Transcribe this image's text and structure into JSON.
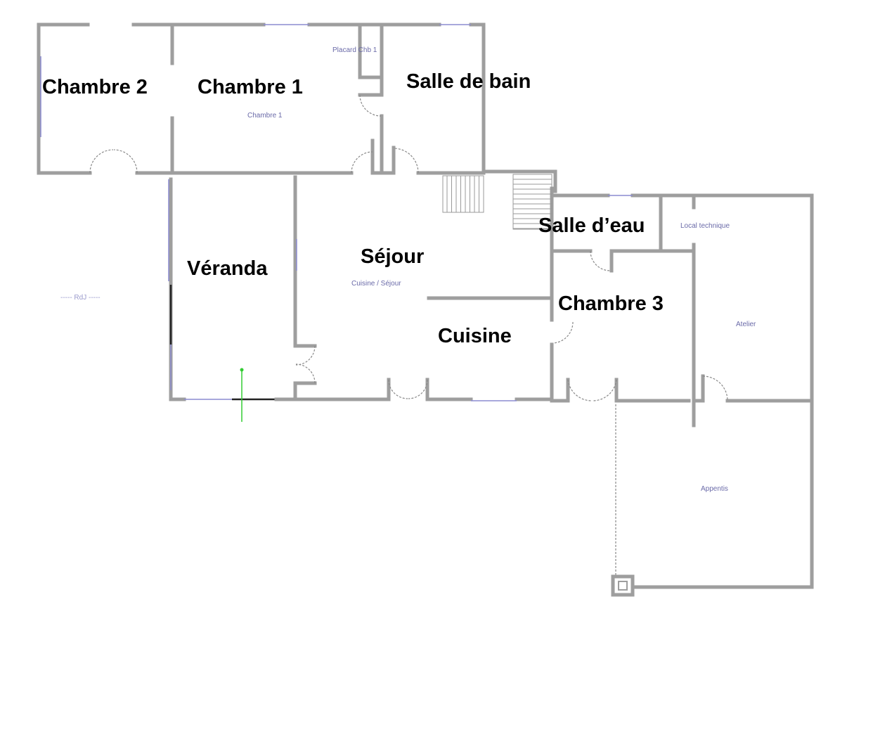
{
  "rooms": {
    "chambre2": "Chambre 2",
    "chambre1": "Chambre 1",
    "salle_de_bain": "Salle de bain",
    "veranda": "Véranda",
    "sejour": "Séjour",
    "cuisine": "Cuisine",
    "salle_deau": "Salle d’eau",
    "chambre3": "Chambre 3"
  },
  "plan_labels": {
    "placard": "Placard Chb 1",
    "chambre1": "Chambre 1",
    "cuisine_sejour": "Cuisine / Séjour",
    "local_technique": "Local technique",
    "atelier": "Atelier",
    "appentis": "Appentis",
    "rdj": "----- RdJ -----"
  },
  "colors": {
    "wall": "#9e9e9e",
    "label": "#6a6aa8",
    "window": "#8c8cd0",
    "arrow": "#33cc33"
  }
}
